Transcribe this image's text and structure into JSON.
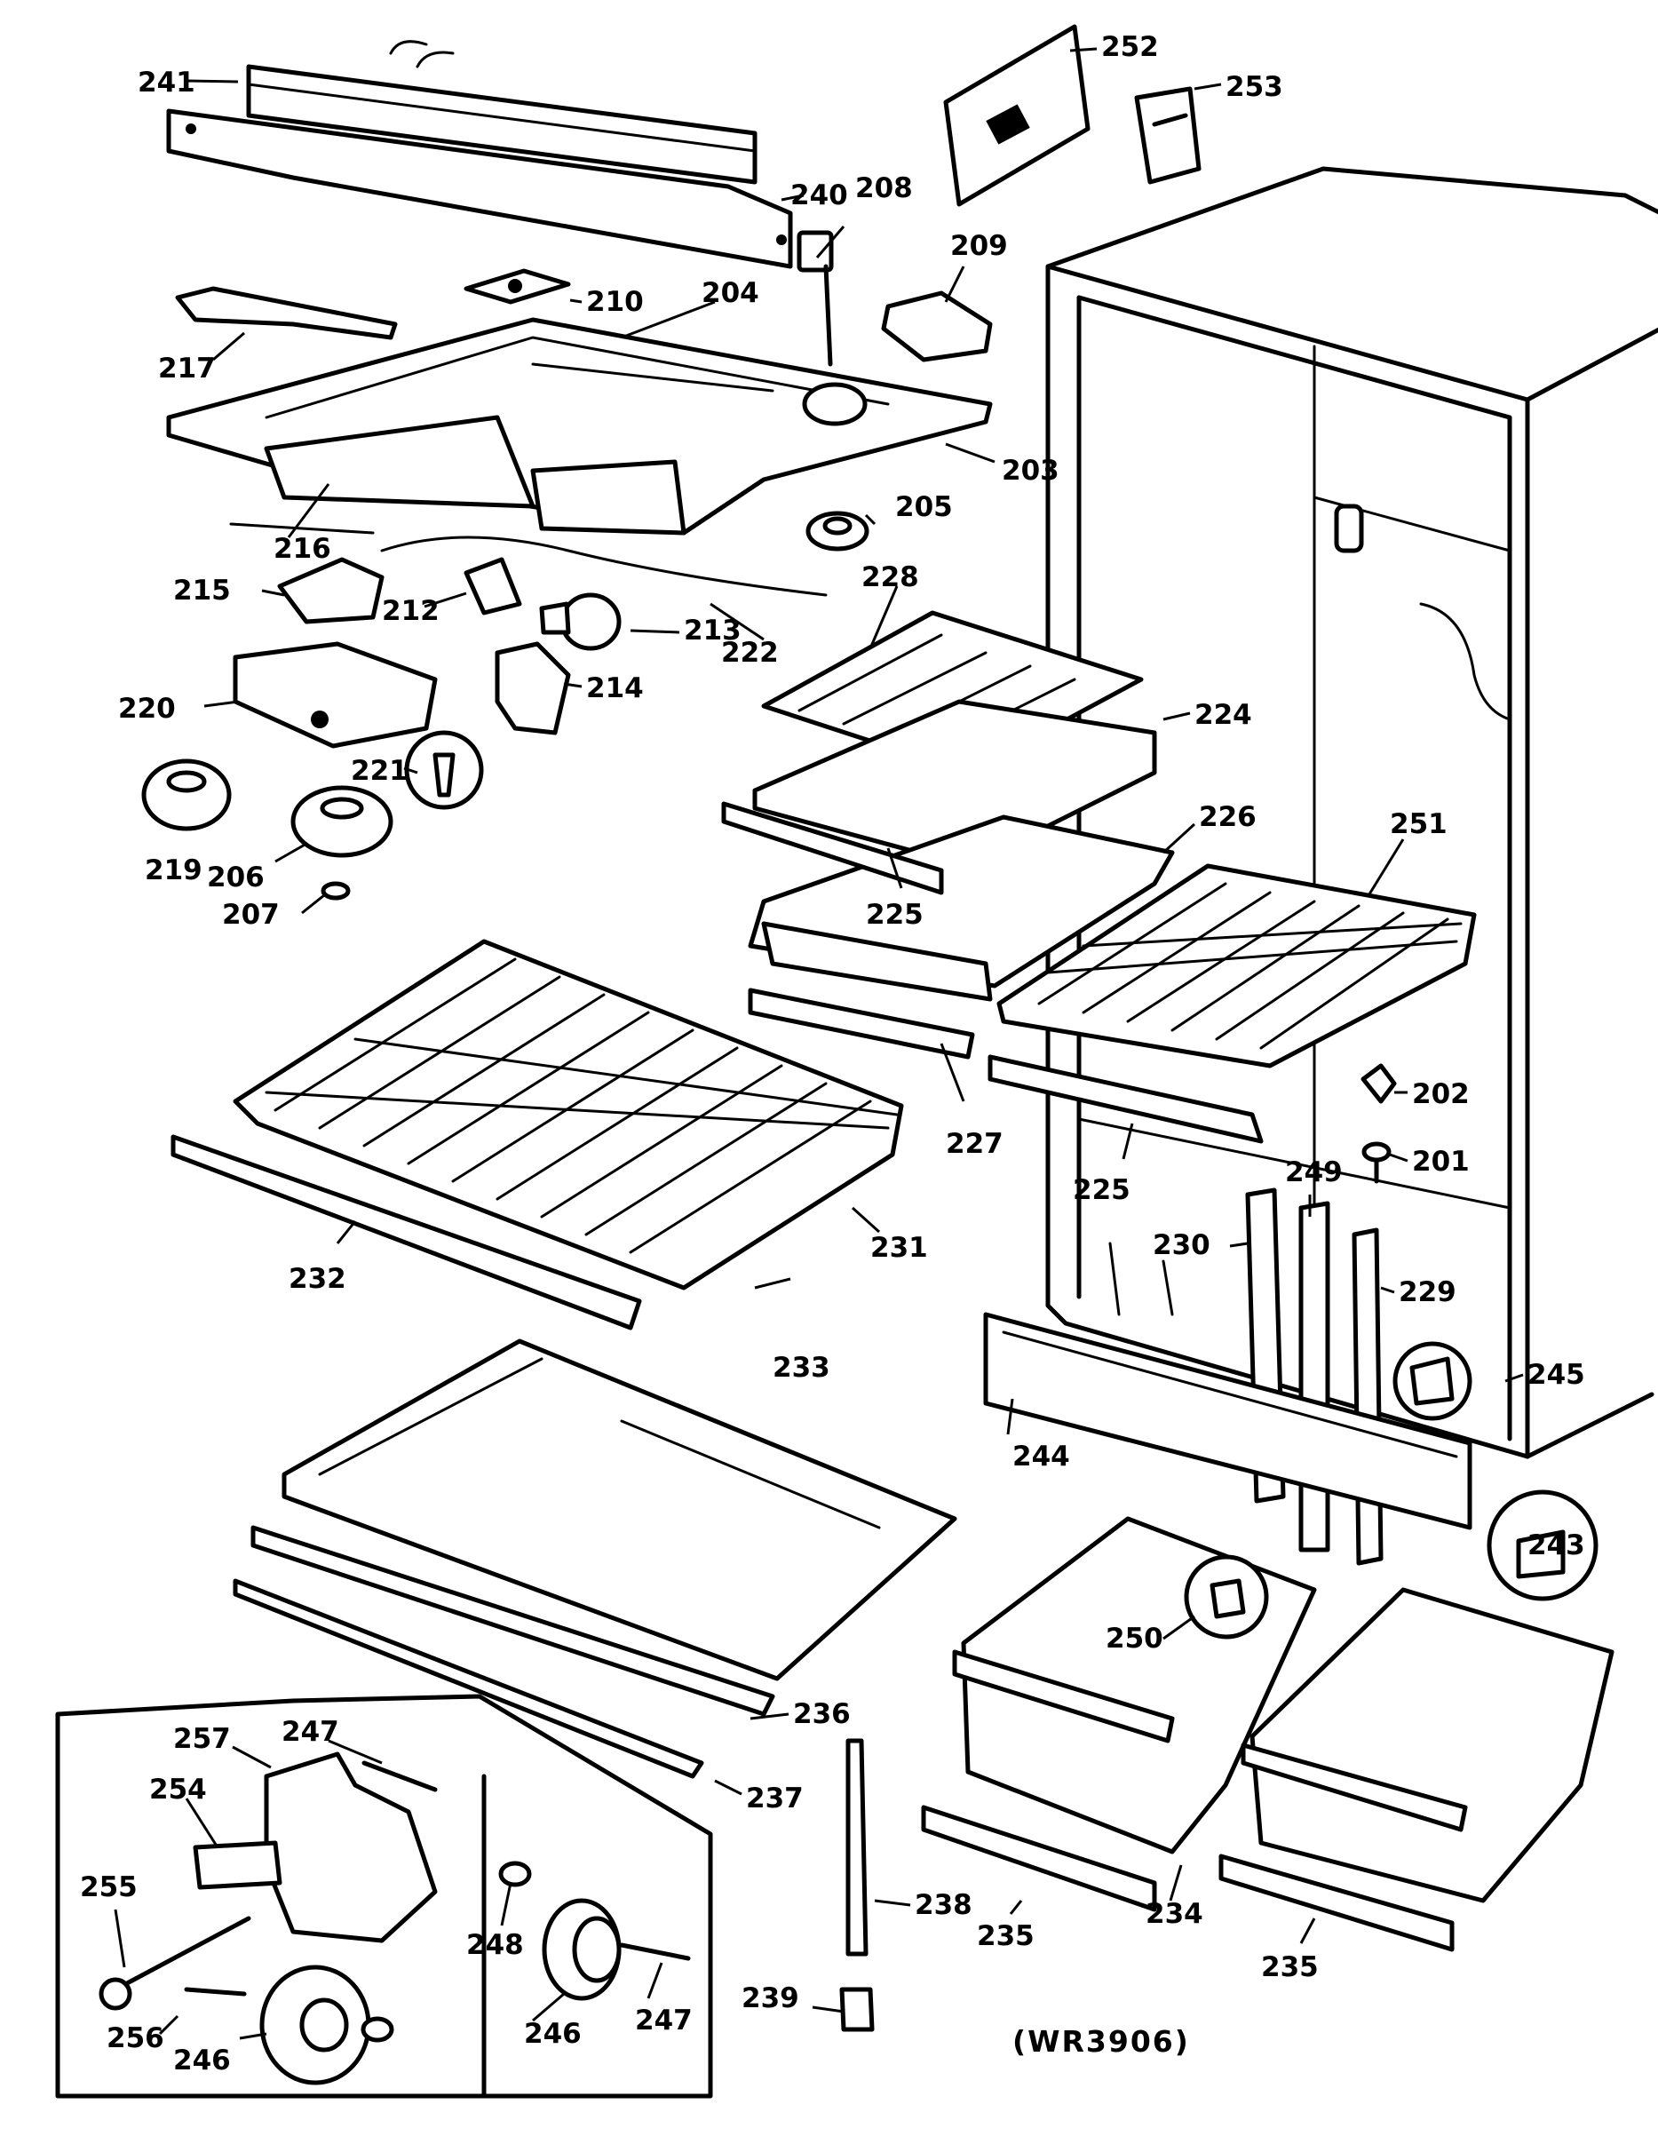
{
  "diagram": {
    "drawing_code": "(WR3906)",
    "callouts": [
      "241",
      "252",
      "253",
      "240",
      "208",
      "209",
      "210",
      "204",
      "217",
      "203",
      "205",
      "216",
      "215",
      "212",
      "213",
      "222",
      "228",
      "220",
      "214",
      "224",
      "221",
      "226",
      "251",
      "219",
      "206",
      "207",
      "225",
      "202",
      "227",
      "201",
      "249",
      "230",
      "229",
      "231",
      "232",
      "245",
      "233",
      "244",
      "243",
      "250",
      "236",
      "257",
      "247",
      "254",
      "237",
      "255",
      "248",
      "238",
      "234",
      "235",
      "235b",
      "246",
      "247b",
      "239",
      "256",
      "246b"
    ],
    "labels": {
      "241": "241",
      "252": "252",
      "253": "253",
      "240": "240",
      "208": "208",
      "209": "209",
      "210": "210",
      "204": "204",
      "217": "217",
      "203": "203",
      "205": "205",
      "216": "216",
      "215": "215",
      "212": "212",
      "213": "213",
      "222": "222",
      "228": "228",
      "220": "220",
      "214": "214",
      "224": "224",
      "221": "221",
      "226": "226",
      "251": "251",
      "219": "219",
      "206": "206",
      "207": "207",
      "225": "225",
      "225b": "225",
      "202": "202",
      "227": "227",
      "201": "201",
      "249": "249",
      "230": "230",
      "229": "229",
      "231": "231",
      "232": "232",
      "245": "245",
      "233": "233",
      "244": "244",
      "243": "243",
      "250": "250",
      "236": "236",
      "257": "257",
      "247": "247",
      "254": "254",
      "237": "237",
      "255": "255",
      "248": "248",
      "238": "238",
      "234": "234",
      "235": "235",
      "235b": "235",
      "246": "246",
      "247b": "247",
      "239": "239",
      "256": "256",
      "246b": "246"
    }
  }
}
